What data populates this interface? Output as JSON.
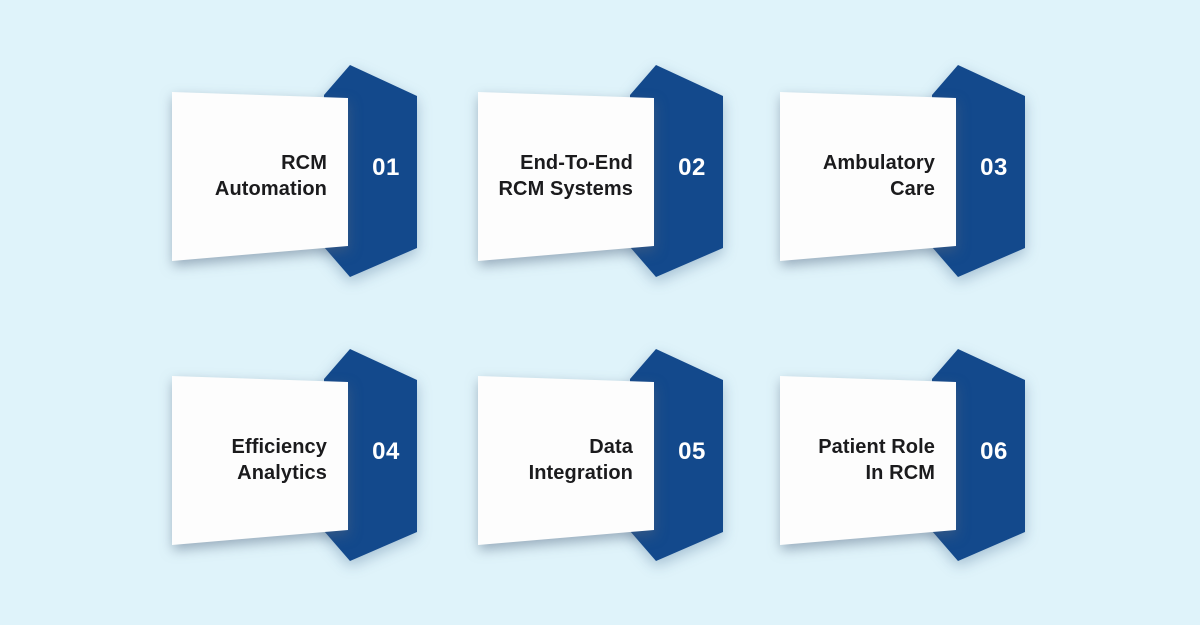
{
  "colors": {
    "background": "#dff3fa",
    "bottom_strip": "#ffffff",
    "card": "#fdfdfd",
    "ribbon": "#13498c",
    "title_text": "#1b1b1d",
    "number_text": "#ffffff"
  },
  "items": [
    {
      "number": "01",
      "title": "RCM\nAutomation"
    },
    {
      "number": "02",
      "title": "End-To-End\nRCM Systems"
    },
    {
      "number": "03",
      "title": "Ambulatory\nCare"
    },
    {
      "number": "04",
      "title": "Efficiency\nAnalytics"
    },
    {
      "number": "05",
      "title": "Data\nIntegration"
    },
    {
      "number": "06",
      "title": "Patient Role\nIn RCM"
    }
  ]
}
